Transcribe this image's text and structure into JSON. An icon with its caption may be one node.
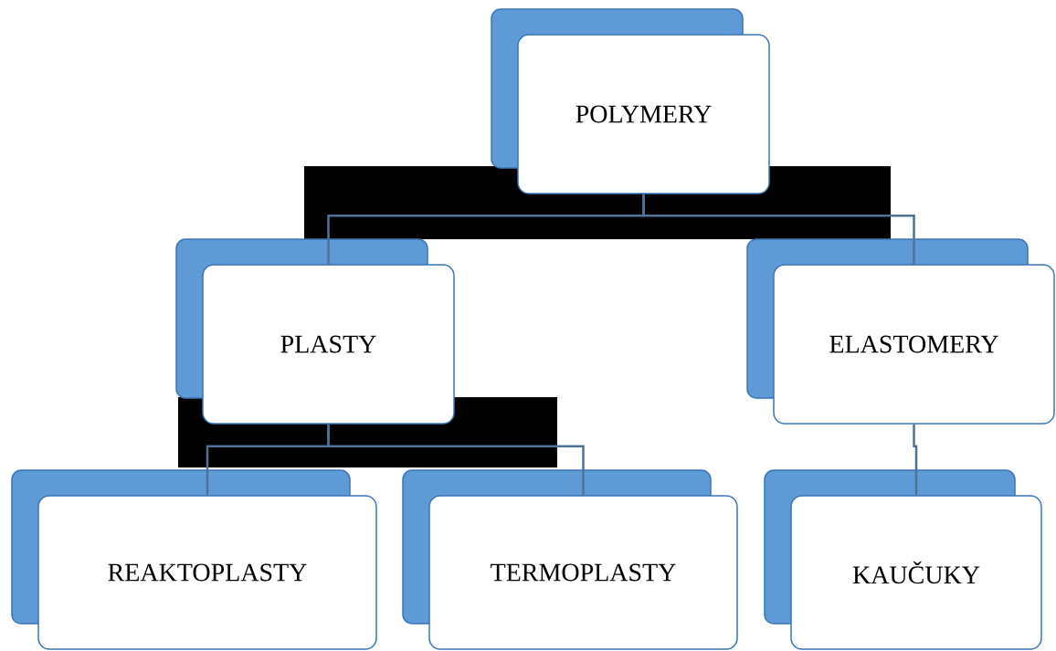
{
  "diagram": {
    "nodes": [
      {
        "text": [
          "POLYMERY"
        ]
      },
      {
        "text": [
          "PLASTY"
        ]
      },
      {
        "text": [
          "ELASTOMERY"
        ]
      },
      {
        "text": [
          "REAKTOPLASTY"
        ]
      },
      {
        "text": [
          "TERMOPLASTY"
        ]
      },
      {
        "text": [
          "KAUČUKY"
        ]
      }
    ],
    "edges": [
      {
        "from": 0,
        "to": 1,
        "arrow": "none"
      },
      {
        "from": 0,
        "to": 2,
        "arrow": "none"
      },
      {
        "from": 1,
        "to": 3,
        "arrow": "none"
      },
      {
        "from": 1,
        "to": 4,
        "arrow": "none"
      },
      {
        "from": 2,
        "to": 5,
        "arrow": "none"
      }
    ]
  }
}
